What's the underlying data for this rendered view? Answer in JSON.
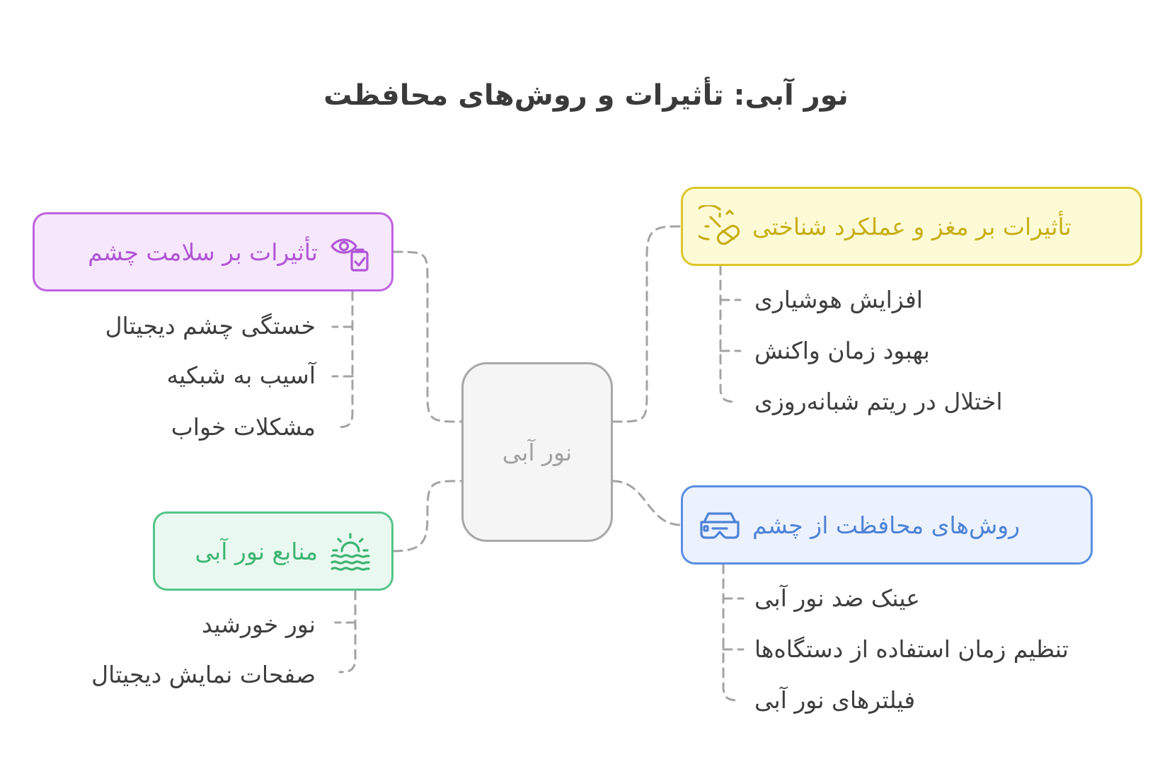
{
  "title": "نور آبی: تأثیرات و روش‌های محافظت",
  "center": {
    "label": "نور آبی"
  },
  "categories": {
    "eye_health": {
      "label": "تأثیرات بر سلامت چشم",
      "icon": "eye-clipboard-icon",
      "color": "#bf62e2",
      "items": [
        "خستگی چشم دیجیتال",
        "آسیب به شبکیه",
        "مشکلات خواب"
      ]
    },
    "brain": {
      "label": "تأثیرات بر مغز و عملکرد شناختی",
      "icon": "clock-pill-icon",
      "color": "#dcc72a",
      "items": [
        "افزایش هوشیاری",
        "بهبود زمان واکنش",
        "اختلال در ریتم شبانه‌روزی"
      ]
    },
    "sources": {
      "label": "منابع نور آبی",
      "icon": "sunrise-icon",
      "color": "#55c48b",
      "items": [
        "نور خورشید",
        "صفحات نمایش دیجیتال"
      ]
    },
    "protection": {
      "label": "روش‌های محافظت از چشم",
      "icon": "glasses-icon",
      "color": "#5a8ee2",
      "items": [
        "عینک ضد نور آبی",
        "تنظیم زمان استفاده از دستگاه‌ها",
        "فیلترهای نور آبی"
      ]
    }
  }
}
